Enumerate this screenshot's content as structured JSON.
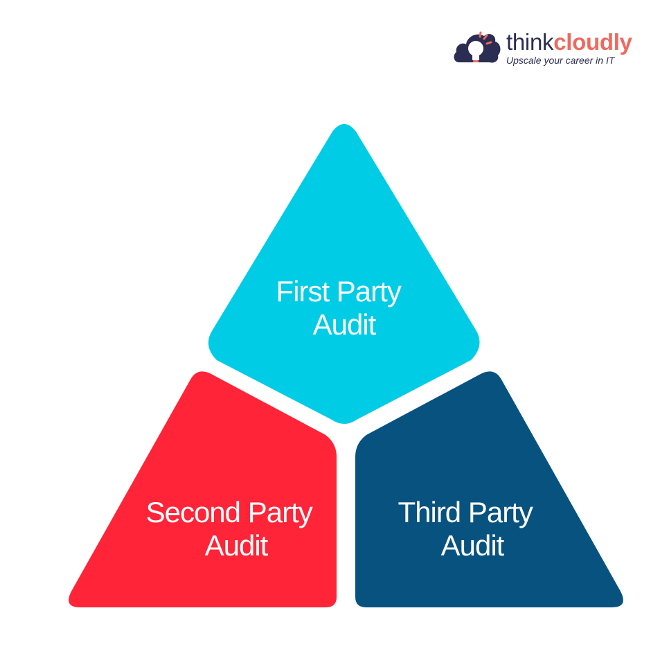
{
  "logo": {
    "brand_part1": "think",
    "brand_part2": "cloudly",
    "tagline": "Upscale your career in IT",
    "colors": {
      "primary": "#2b2d52",
      "accent": "#ef6a5e"
    },
    "icon": "cloud-lightbulb-icon"
  },
  "diagram": {
    "segments": [
      {
        "line1": "First Party",
        "line2": "Audit",
        "color": "#00cce6"
      },
      {
        "line1": "Second Party",
        "line2": "Audit",
        "color": "#ff2437"
      },
      {
        "line1": "Third Party",
        "line2": "Audit",
        "color": "#08527f"
      }
    ]
  }
}
